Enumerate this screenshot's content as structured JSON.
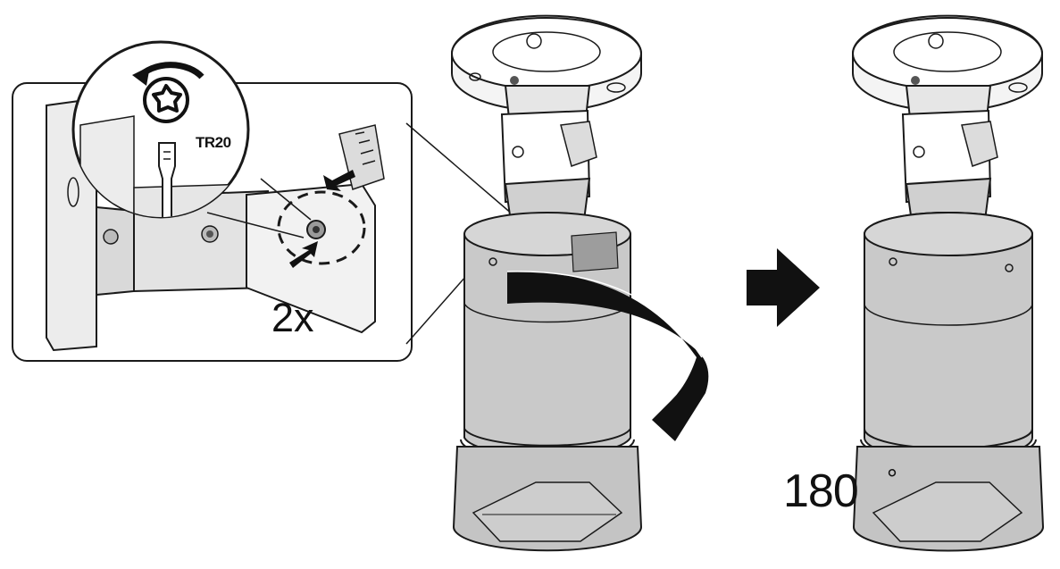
{
  "diagram": {
    "tool_label": "TR20",
    "screw_count_label": "2x",
    "rotation_label": "180",
    "degree_symbol": "°",
    "icons": [
      "counterclockwise-arrow-icon",
      "torx-bit-icon",
      "next-step-arrow-icon",
      "rotate-arrow-icon"
    ],
    "line_color": "#1a1a1a",
    "fill_color": "#ffffff",
    "shade_color": "#d9d9d9"
  }
}
